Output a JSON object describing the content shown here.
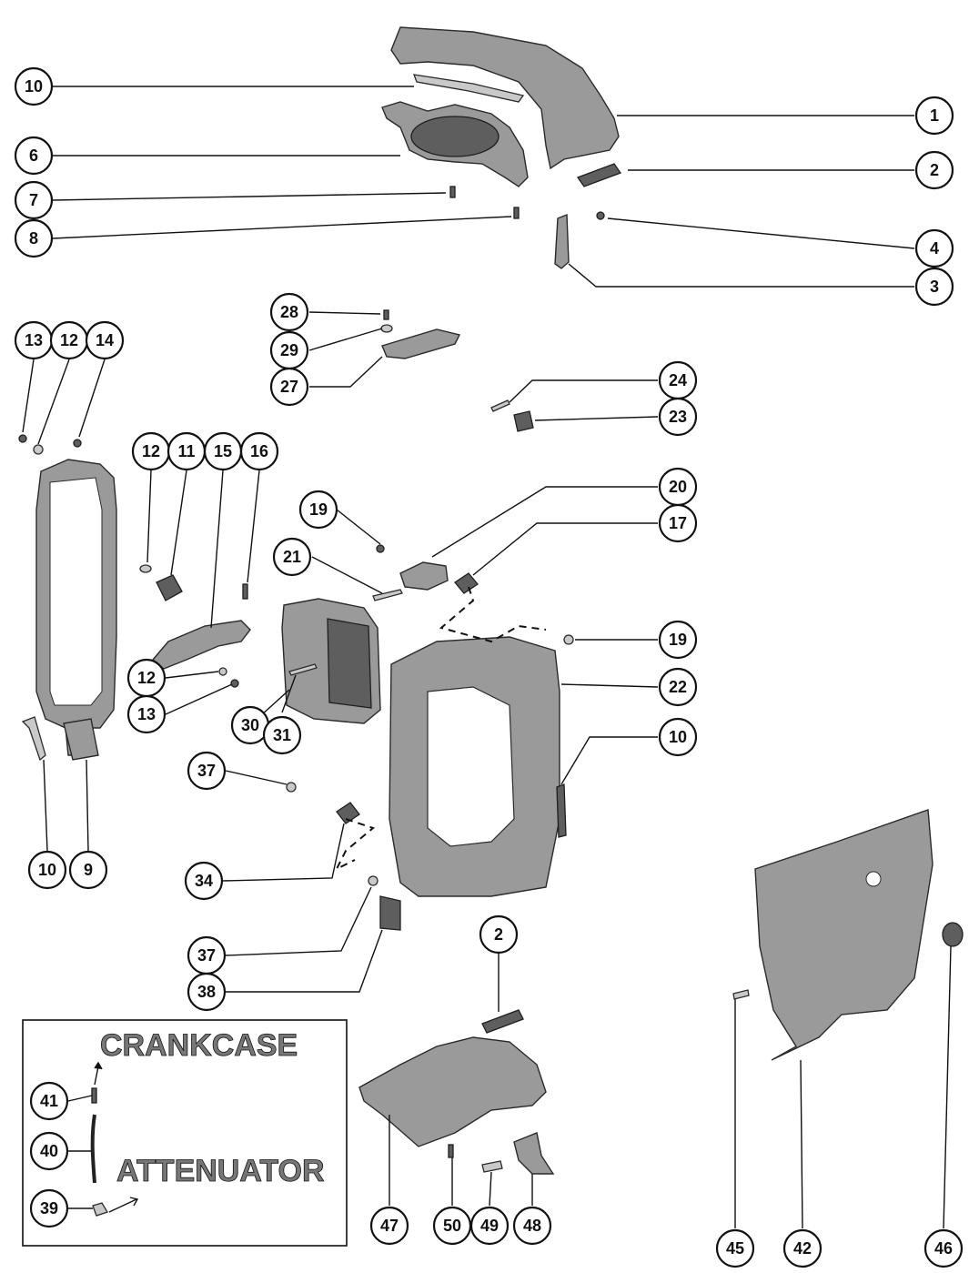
{
  "callouts": [
    {
      "label": "10"
    },
    {
      "label": "1"
    },
    {
      "label": "6"
    },
    {
      "label": "2"
    },
    {
      "label": "7"
    },
    {
      "label": "8"
    },
    {
      "label": "4"
    },
    {
      "label": "3"
    },
    {
      "label": "28"
    },
    {
      "label": "29"
    },
    {
      "label": "27"
    },
    {
      "label": "13"
    },
    {
      "label": "12"
    },
    {
      "label": "14"
    },
    {
      "label": "24"
    },
    {
      "label": "23"
    },
    {
      "label": "12"
    },
    {
      "label": "11"
    },
    {
      "label": "15"
    },
    {
      "label": "16"
    },
    {
      "label": "20"
    },
    {
      "label": "19"
    },
    {
      "label": "17"
    },
    {
      "label": "21"
    },
    {
      "label": "19"
    },
    {
      "label": "12"
    },
    {
      "label": "22"
    },
    {
      "label": "13"
    },
    {
      "label": "30"
    },
    {
      "label": "31"
    },
    {
      "label": "10"
    },
    {
      "label": "37"
    },
    {
      "label": "10"
    },
    {
      "label": "9"
    },
    {
      "label": "34"
    },
    {
      "label": "2"
    },
    {
      "label": "37"
    },
    {
      "label": "38"
    },
    {
      "label": "41"
    },
    {
      "label": "40"
    },
    {
      "label": "39"
    },
    {
      "label": "47"
    },
    {
      "label": "50"
    },
    {
      "label": "49"
    },
    {
      "label": "48"
    },
    {
      "label": "45"
    },
    {
      "label": "42"
    },
    {
      "label": "46"
    }
  ],
  "inset": {
    "top_label": "CRANKCASE",
    "bottom_label": "ATTENUATOR"
  }
}
